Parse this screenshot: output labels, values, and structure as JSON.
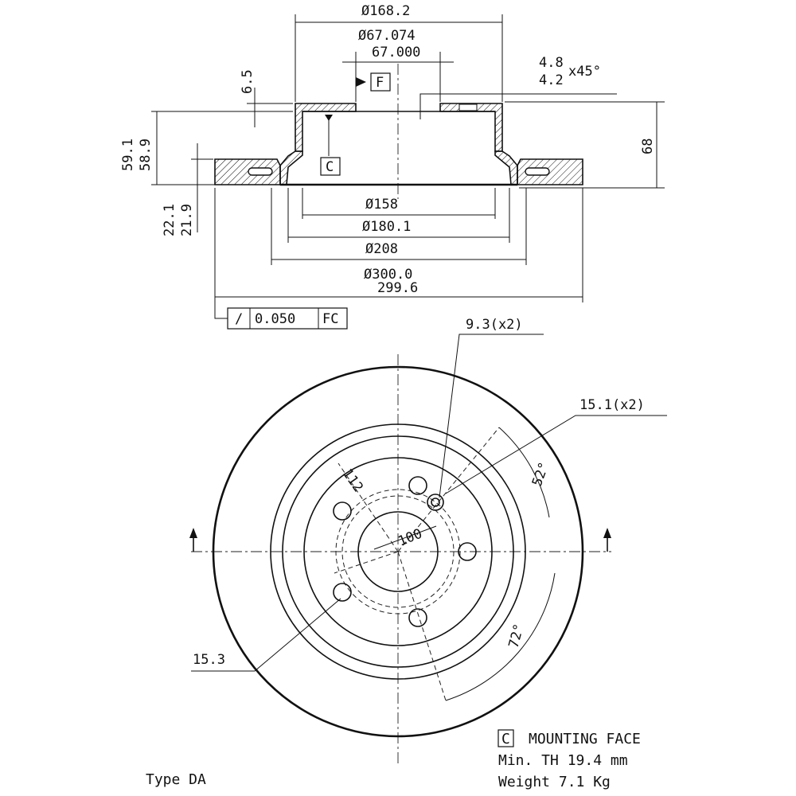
{
  "section_view": {
    "dims": {
      "d_top_outer": "Ø168.2",
      "d_pilot_max": "Ø67.074",
      "d_pilot_min": "67.000",
      "hat_thickness": "6.5",
      "chamfer_max": "4.8",
      "chamfer_min": "4.2",
      "chamfer_angle": "x45°",
      "datum_f": "F",
      "datum_c": "C",
      "height_max": "59.1",
      "height_min": "58.9",
      "total_height": "68",
      "thickness_max": "22.1",
      "thickness_min": "21.9",
      "d_158": "Ø158",
      "d_180": "Ø180.1",
      "d_208": "Ø208",
      "d_outer_max": "Ø300.0",
      "d_outer_min": "299.6"
    },
    "tolerance_frame": {
      "symbol": "/",
      "value": "0.050",
      "datums": "FC"
    }
  },
  "front_view": {
    "dims": {
      "small_hole": "9.3(x2)",
      "bolt_hole": "15.1(x2)",
      "angle_52": "52°",
      "angle_72": "72°",
      "pcd_112": "112",
      "pcd_100": "100",
      "hole_15_3": "15.3"
    }
  },
  "notes": {
    "mounting_face_box": "C",
    "mounting_face": "MOUNTING FACE",
    "min_th": "Min. TH 19.4 mm",
    "weight": "Weight 7.1 Kg",
    "type": "Type DA"
  }
}
